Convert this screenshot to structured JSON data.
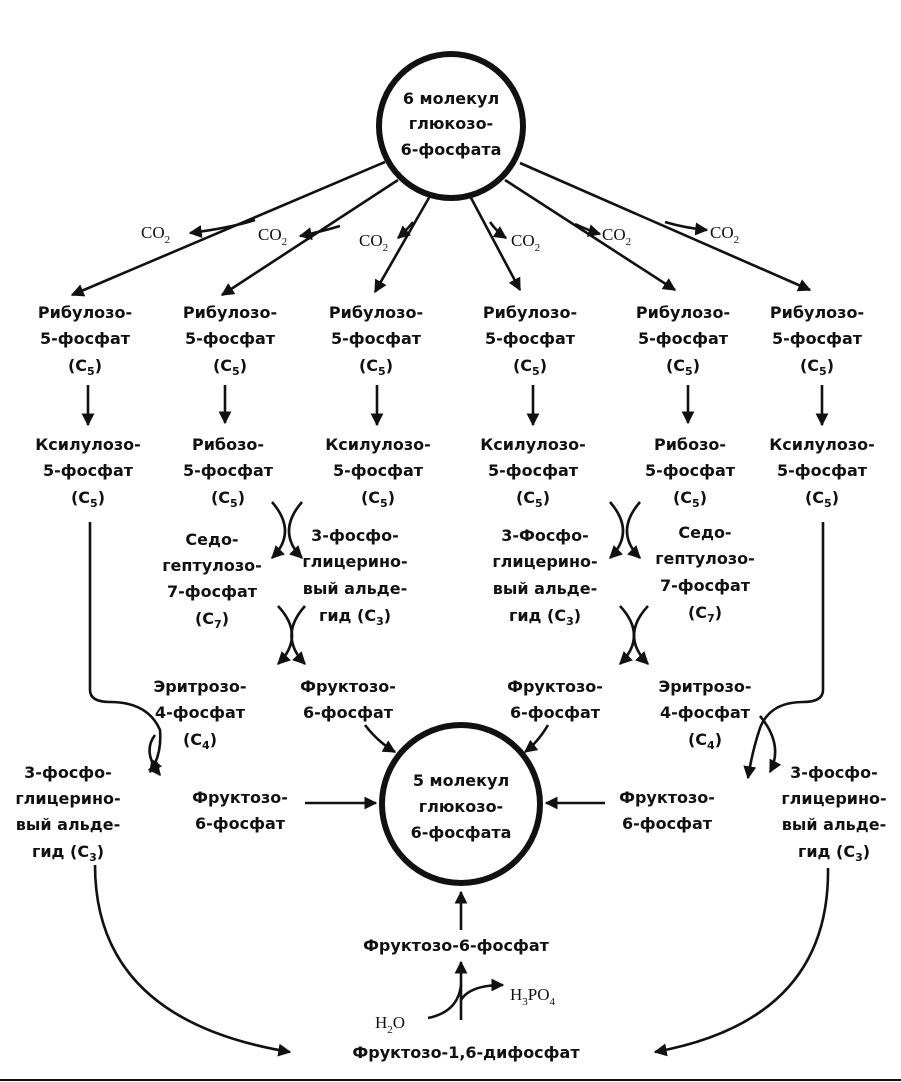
{
  "top_circle": {
    "line1": "6 молекул",
    "line2": "глюкозо-",
    "line3": "6-фосфата"
  },
  "bottom_circle": {
    "line1": "5 молекул",
    "line2": "глюкозо-",
    "line3": "6-фосфата"
  },
  "co2": {
    "text": "CO",
    "sub": "2"
  },
  "ribulose": {
    "line1": "Рибулозо-",
    "line2": "5-фосфат",
    "line3": "(C",
    "sub": "5",
    "close": ")"
  },
  "xylulose": {
    "line1": "Ксилулозо-",
    "line2": "5-фосфат",
    "line3": "(C",
    "sub": "5",
    "close": ")"
  },
  "ribose": {
    "line1": "Рибозо-",
    "line2": "5-фосфат",
    "line3": "(C",
    "sub": "5",
    "close": ")"
  },
  "sedo": {
    "line1": "Седо-",
    "line2": "гептулозо-",
    "line3": "7-фосфат",
    "line4": "(C",
    "sub": "7",
    "close": ")"
  },
  "pga_left_mid": {
    "line1": "3-фосфо-",
    "line2": "глицерино-",
    "line3": "вый альде-",
    "line4": "гид (C",
    "sub": "3",
    "close": ")"
  },
  "pga_right_mid": {
    "line1": "3-Фосфо-",
    "line2": "глицерино-",
    "line3": "вый альде-",
    "line4": "гид (C",
    "sub": "3",
    "close": ")"
  },
  "pga_side": {
    "line1": "3-фосфо-",
    "line2": "глицерино-",
    "line3": "вый альде-",
    "line4": "гид (C",
    "sub": "3",
    "close": ")"
  },
  "erythrose": {
    "line1": "Эритрозо-",
    "line2": "4-фосфат",
    "line3": "(C",
    "sub": "4",
    "close": ")"
  },
  "fructose": {
    "line1": "Фруктозо-",
    "line2": "6-фосфат"
  },
  "bottom_f6p": "Фруктозо-6-фосфат",
  "fbp": "Фруктозо-1,6-дифосфат",
  "water": {
    "text": "H",
    "sub": "2",
    "rest": "O"
  },
  "phosphoric": {
    "text": "H",
    "sub1": "3",
    "mid": "PO",
    "sub2": "4"
  }
}
